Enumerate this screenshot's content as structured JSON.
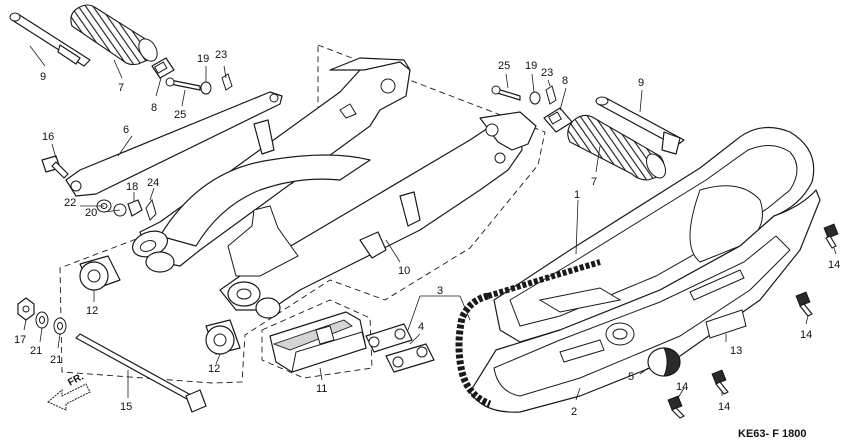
{
  "diagram": {
    "code": "KE63- F 1800",
    "direction_label": "FR.",
    "callouts": {
      "c1": "1",
      "c2": "2",
      "c3": "3",
      "c4": "4",
      "c5": "5",
      "c6": "6",
      "c7a": "7",
      "c7b": "7",
      "c8a": "8",
      "c8b": "8",
      "c9a": "9",
      "c9b": "9",
      "c10": "10",
      "c11": "11",
      "c12a": "12",
      "c12b": "12",
      "c13": "13",
      "c14a": "14",
      "c14b": "14",
      "c14c": "14",
      "c14d": "14",
      "c15": "15",
      "c16": "16",
      "c17": "17",
      "c18": "18",
      "c19a": "19",
      "c19b": "19",
      "c20": "20",
      "c21a": "21",
      "c21b": "21",
      "c22": "22",
      "c23a": "23",
      "c23b": "23",
      "c24": "24",
      "c25a": "25",
      "c25b": "25"
    }
  }
}
